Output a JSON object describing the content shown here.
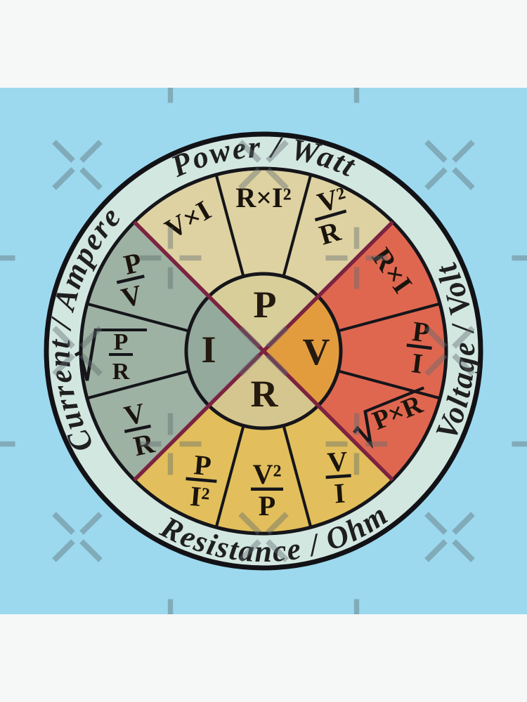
{
  "artwork": {
    "ring_labels": {
      "top": "Power / Watt",
      "right": "Voltage / Volt",
      "bottom": "Resistance / Ohm",
      "left": "Current / Ampere"
    },
    "center_letters": {
      "power": "P",
      "voltage": "V",
      "resistance": "R",
      "current": "I"
    },
    "formulas": [
      {
        "id": "power-v-times-i",
        "quadrant": "power",
        "kind": "product",
        "text": "V×I"
      },
      {
        "id": "power-r-times-i2",
        "quadrant": "power",
        "kind": "product",
        "text": "R×I²"
      },
      {
        "id": "power-v2-over-r",
        "quadrant": "power",
        "kind": "fraction",
        "num": "V²",
        "den": "R"
      },
      {
        "id": "voltage-r-times-i",
        "quadrant": "voltage",
        "kind": "product",
        "text": "R×I"
      },
      {
        "id": "voltage-p-over-i",
        "quadrant": "voltage",
        "kind": "fraction",
        "num": "P",
        "den": "I"
      },
      {
        "id": "voltage-sqrt-p-times-r",
        "quadrant": "voltage",
        "kind": "sqrt-product",
        "text": "P×R"
      },
      {
        "id": "resistance-v-over-i",
        "quadrant": "resistance",
        "kind": "fraction",
        "num": "V",
        "den": "I"
      },
      {
        "id": "resistance-v2-over-p",
        "quadrant": "resistance",
        "kind": "fraction",
        "num": "V²",
        "den": "P"
      },
      {
        "id": "resistance-p-over-i2",
        "quadrant": "resistance",
        "kind": "fraction",
        "num": "P",
        "den": "I²"
      },
      {
        "id": "current-v-over-r",
        "quadrant": "current",
        "kind": "fraction",
        "num": "V",
        "den": "R"
      },
      {
        "id": "current-sqrt-p-over-r",
        "quadrant": "current",
        "kind": "sqrt-fraction",
        "num": "P",
        "den": "R"
      },
      {
        "id": "current-p-over-v",
        "quadrant": "current",
        "kind": "fraction",
        "num": "P",
        "den": "V"
      }
    ],
    "colors": {
      "background_blue": "#9cd9ef",
      "canvas_white": "#f6f7f7",
      "outer_ring": "#d3e7e1",
      "power_segment": "#ded2a2",
      "voltage_segment": "#df6750",
      "resistance_segment": "#e2bf5c",
      "current_segment": "#9eb2a3",
      "center_power": "#d8ce9a",
      "center_voltage": "#e29c3e",
      "center_resistance": "#d4c68e",
      "center_current": "#93aa9c",
      "quadrant_divider": "#7b2340",
      "line_black": "#15151a",
      "watermark_gray": "#5f6b70"
    }
  }
}
